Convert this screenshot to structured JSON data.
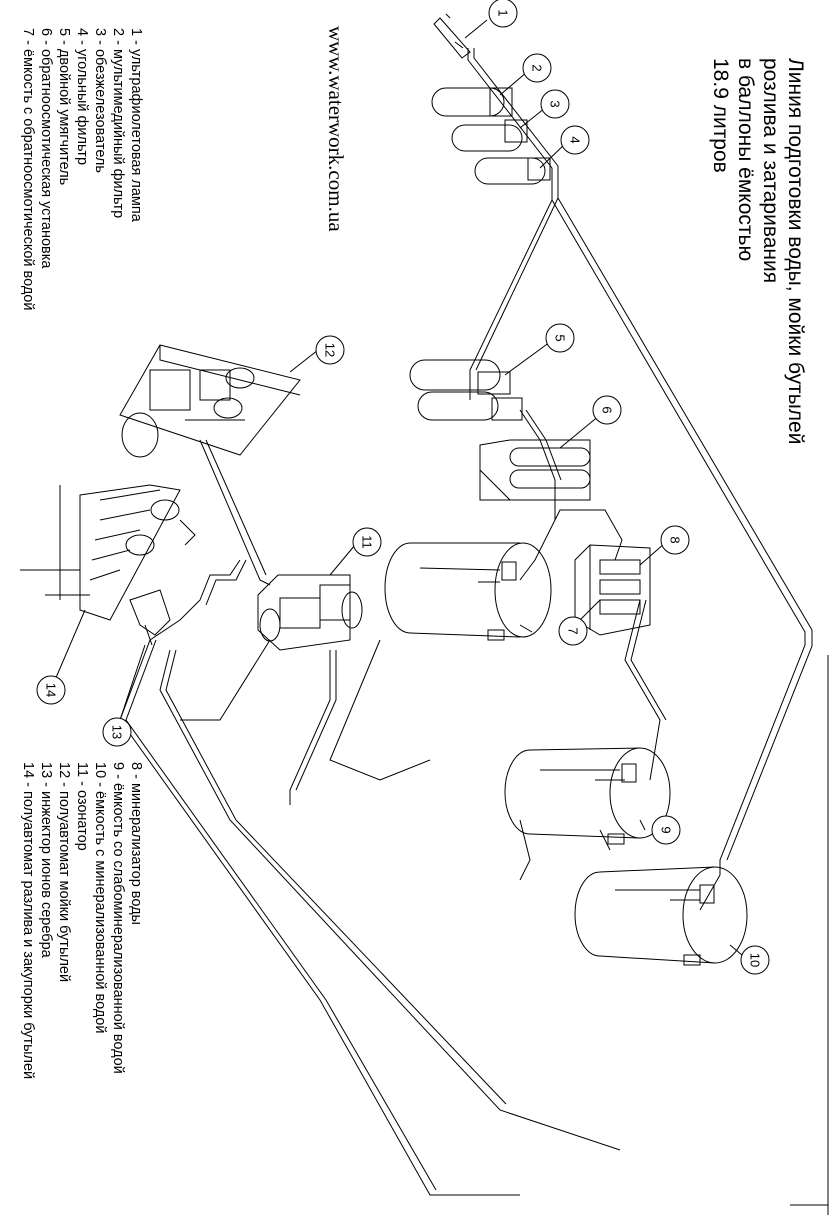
{
  "title": {
    "lines": [
      "Линия подготовки воды, мойки бутылей",
      "розлива и затаривания",
      "в баллоны ёмкостью",
      "18.9 литров"
    ]
  },
  "website": "www.waterwork.com.ua",
  "legend_left": [
    "1 - ультрафиолетовая лампа",
    "2 - мультимедийный фильтр",
    "3 - обезжелезователь",
    "4 - угольный фильтр",
    "5 - двойной умягчитель",
    "6 - обратноосмотическая установка",
    "7 - ёмкость с обратноосмотической водой"
  ],
  "legend_right": [
    "8  -  минерализатор воды",
    "9  - ёмкость со слабоминерализованной водой",
    "10 - ёмкость с минерализованной водой",
    "11 - озонатор",
    "12 - полуавтомат мойки бутылей",
    "13 - инжектор ионов серебра",
    "14 - полуавтомат разлива и закупорки бутылей"
  ],
  "callouts": [
    "1",
    "2",
    "3",
    "4",
    "5",
    "6",
    "7",
    "8",
    "9",
    "10",
    "11",
    "12",
    "13",
    "14"
  ],
  "colors": {
    "line": "#000000",
    "background": "#ffffff"
  }
}
